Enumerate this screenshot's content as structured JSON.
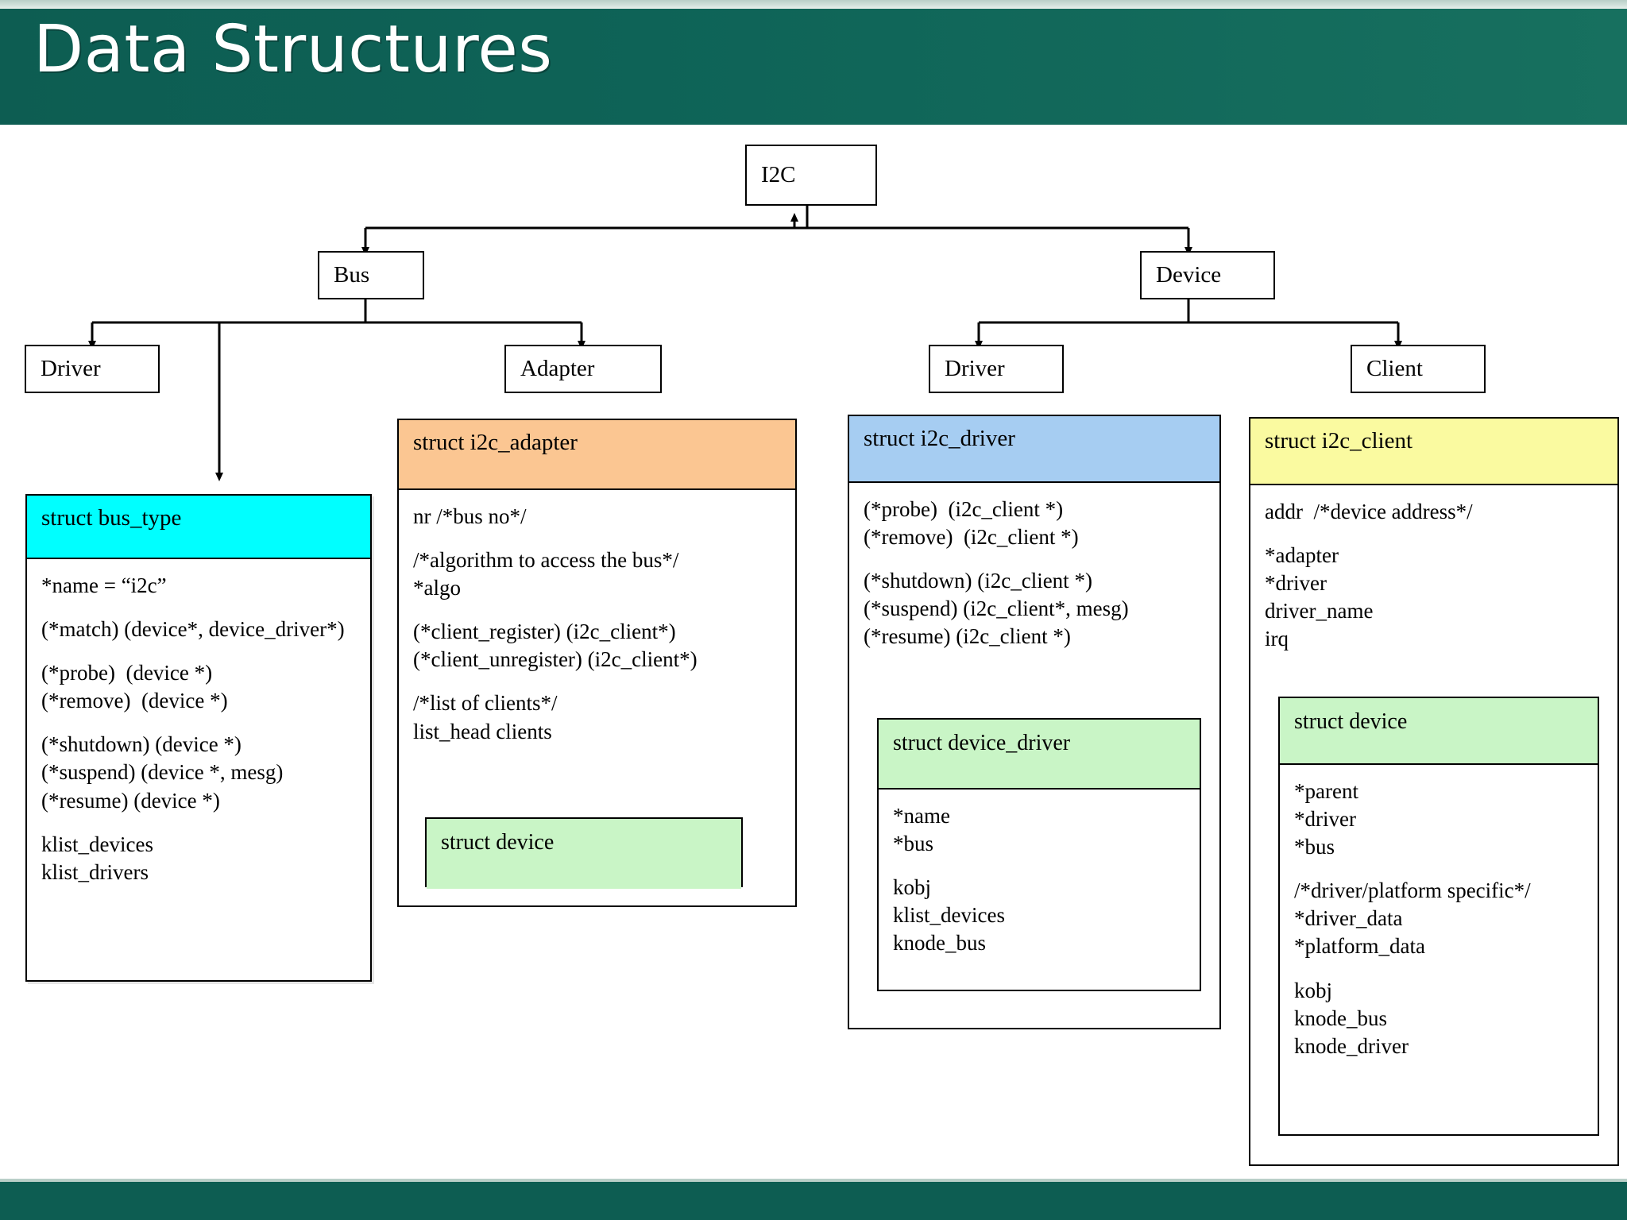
{
  "slide": {
    "title": "Data Structures",
    "theme": {
      "header_bg": "#0d5d52",
      "header_text": "#ffffff",
      "page_bg": "#ffffff",
      "line_color": "#000000",
      "bus_type_header_bg": "#00ffff",
      "adapter_header_bg": "#fbc692",
      "driver_header_bg": "#a6cdf2",
      "client_header_bg": "#fafaa0",
      "device_header_bg": "#c9f5c6"
    }
  },
  "tree": {
    "root": {
      "label": "I2C"
    },
    "level1": [
      {
        "label": "Bus"
      },
      {
        "label": "Device"
      }
    ],
    "level2": [
      {
        "label": "Driver"
      },
      {
        "label": "Adapter"
      },
      {
        "label": "Driver"
      },
      {
        "label": "Client"
      }
    ]
  },
  "cards": {
    "bus_type": {
      "title": "struct bus_type",
      "header_color": "#00ffff",
      "lines": [
        "*name = “i2c”",
        "",
        "(*match) (device*, device_driver*)",
        "",
        "(*probe)  (device *)",
        "(*remove)  (device *)",
        "",
        "(*shutdown) (device *)",
        "(*suspend) (device *, mesg)",
        "(*resume) (device *)",
        "",
        "klist_devices",
        "klist_drivers"
      ]
    },
    "i2c_adapter": {
      "title": "struct i2c_adapter",
      "header_color": "#fbc692",
      "lines": [
        "nr /*bus no*/",
        "",
        "/*algorithm to access the bus*/",
        "*algo",
        "",
        "(*client_register) (i2c_client*)",
        "(*client_unregister) (i2c_client*)",
        "",
        "/*list of clients*/",
        "list_head clients"
      ],
      "nested": {
        "title": "struct device",
        "header_color": "#c9f5c6",
        "lines": []
      }
    },
    "i2c_driver": {
      "title": "struct i2c_driver",
      "header_color": "#a6cdf2",
      "lines": [
        "(*probe)  (i2c_client *)",
        "(*remove)  (i2c_client *)",
        "",
        "(*shutdown) (i2c_client *)",
        "(*suspend) (i2c_client*, mesg)",
        "(*resume) (i2c_client *)"
      ],
      "nested": {
        "title": "struct device_driver",
        "header_color": "#c9f5c6",
        "lines": [
          "*name",
          "*bus",
          "",
          "kobj",
          "klist_devices",
          "knode_bus"
        ]
      }
    },
    "i2c_client": {
      "title": "struct i2c_client",
      "header_color": "#fafaa0",
      "lines": [
        "addr  /*device address*/",
        "",
        "*adapter",
        "*driver",
        "driver_name",
        "irq"
      ],
      "nested": {
        "title": "struct device",
        "header_color": "#c9f5c6",
        "lines": [
          "*parent",
          "*driver",
          "*bus",
          "",
          "/*driver/platform specific*/",
          "*driver_data",
          "*platform_data",
          "",
          "kobj",
          "knode_bus",
          "knode_driver"
        ]
      }
    }
  }
}
